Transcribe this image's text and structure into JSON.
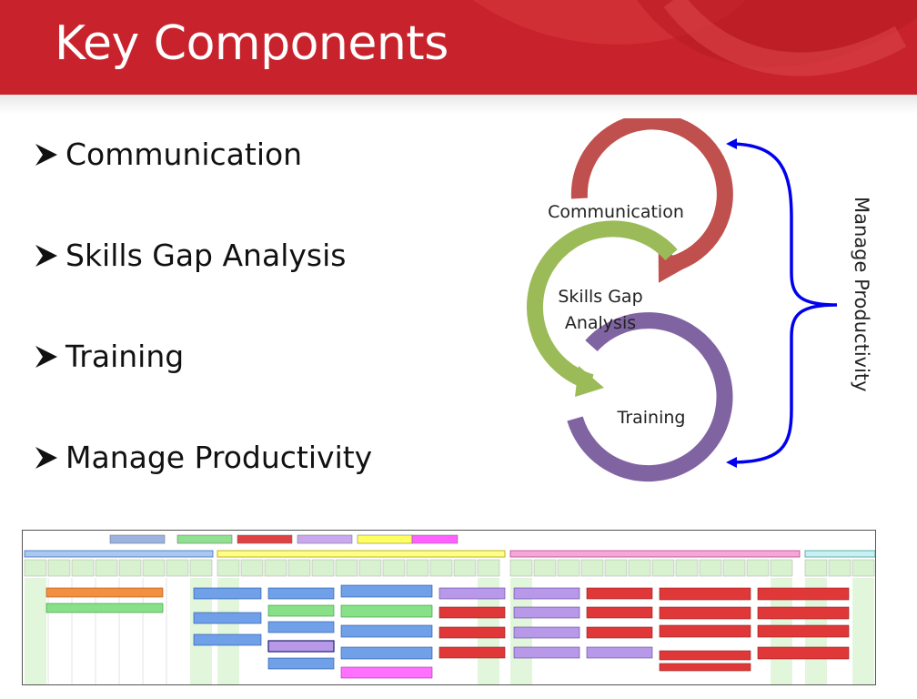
{
  "title": "Key Components",
  "bullets": [
    "Communication",
    "Skills Gap Analysis",
    "Training",
    "Manage Productivity"
  ],
  "cycle": {
    "rings": [
      {
        "lines": [
          "Communication"
        ],
        "color": "#c0504d"
      },
      {
        "lines": [
          "Skills Gap",
          "Analysis"
        ],
        "color": "#9bbb59"
      },
      {
        "lines": [
          "Training"
        ],
        "color": "#8064a2"
      }
    ],
    "brace_label": "Manage Productivity",
    "brace_color": "#0000ee"
  },
  "colors": {
    "header": "#c8232c",
    "bullet_arrow": "#111111"
  }
}
